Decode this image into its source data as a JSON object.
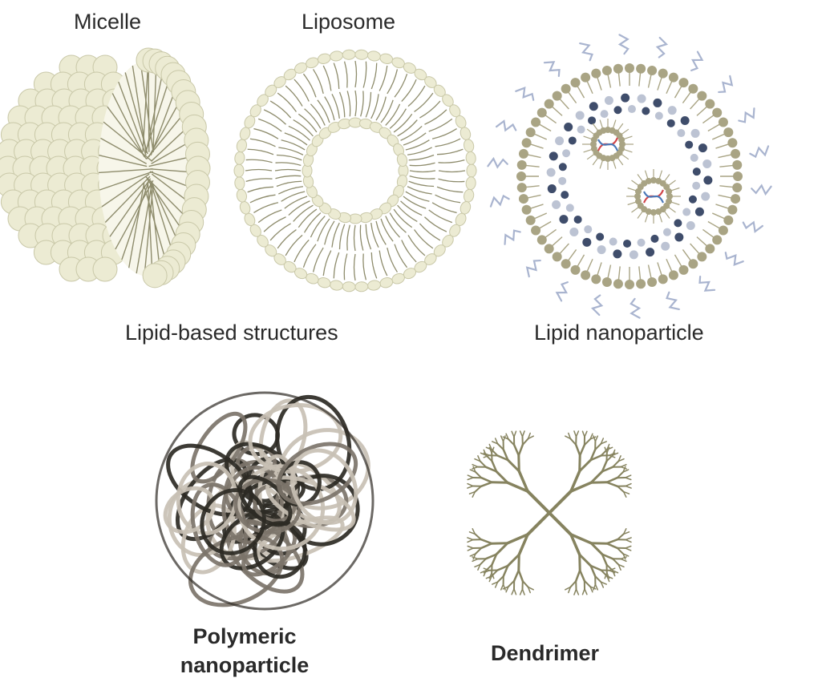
{
  "labels": {
    "micelle": "Micelle",
    "liposome": "Liposome",
    "lipid_based_structures": "Lipid-based structures",
    "lipid_nanoparticle": "Lipid nanoparticle",
    "polymeric_line1": "Polymeric",
    "polymeric_line2": "nanoparticle",
    "dendrimer": "Dendrimer"
  },
  "colors": {
    "lipid_head_light": "#ecebd3",
    "lipid_head_outline": "#c9c8a8",
    "lipid_tail": "#8e8c6c",
    "lnp_head": "#a9a484",
    "lnp_dark_bead": "#3f4d6b",
    "lnp_light_bead": "#bcc3d3",
    "peg_chain": "#a9b4cf",
    "dna_red": "#d0464a",
    "dna_blue": "#4a78b8",
    "dendrimer": "#86835f",
    "polymer_dark": "#2d2a24",
    "polymer_mid": "#7c746a",
    "polymer_light": "#c8c0b4"
  }
}
